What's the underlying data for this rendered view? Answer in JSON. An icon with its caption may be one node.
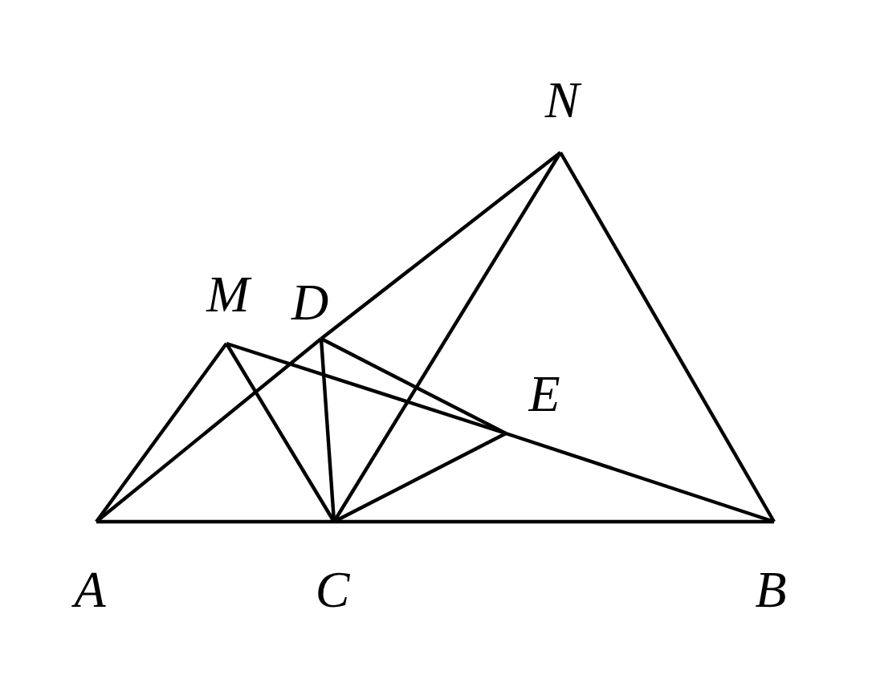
{
  "diagram": {
    "nodes": [
      {
        "text": [
          "A"
        ]
      },
      {
        "text": [
          "C"
        ]
      },
      {
        "text": [
          "B"
        ]
      },
      {
        "text": [
          "M"
        ]
      },
      {
        "text": [
          "D"
        ]
      },
      {
        "text": [
          "E"
        ]
      },
      {
        "text": [
          "N"
        ]
      }
    ],
    "edges": [
      {
        "from": 0,
        "to": 1,
        "arrow": "none"
      },
      {
        "from": 1,
        "to": 2,
        "arrow": "none"
      },
      {
        "from": 0,
        "to": 3,
        "arrow": "none"
      },
      {
        "from": 3,
        "to": 1,
        "arrow": "none"
      },
      {
        "from": 0,
        "to": 4,
        "arrow": "none"
      },
      {
        "from": 4,
        "to": 6,
        "arrow": "none"
      },
      {
        "from": 1,
        "to": 6,
        "arrow": "none"
      },
      {
        "from": 6,
        "to": 2,
        "arrow": "none"
      },
      {
        "from": 3,
        "to": 5,
        "arrow": "none"
      },
      {
        "from": 5,
        "to": 2,
        "arrow": "none"
      },
      {
        "from": 4,
        "to": 1,
        "arrow": "none"
      },
      {
        "from": 4,
        "to": 5,
        "arrow": "none"
      },
      {
        "from": 1,
        "to": 5,
        "arrow": "none"
      }
    ]
  }
}
